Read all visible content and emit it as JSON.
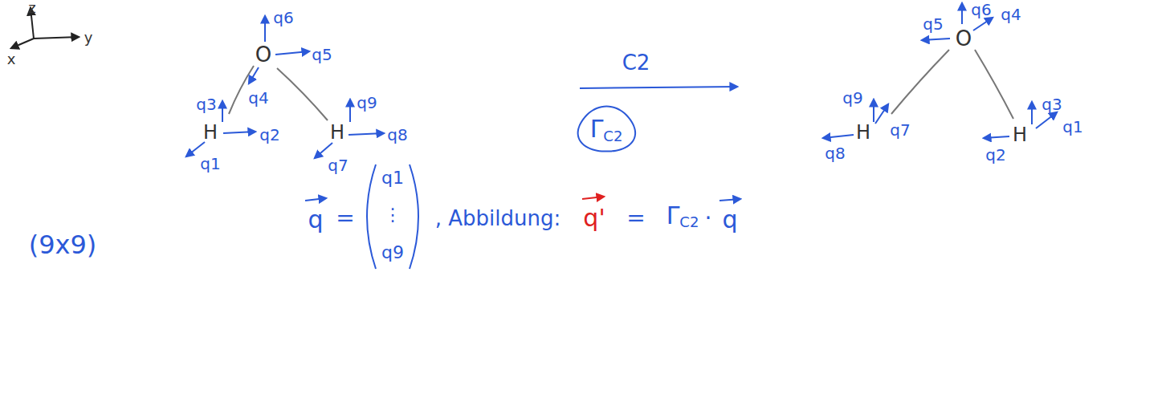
{
  "diagram": {
    "nodes": [
      {
        "text": [
          "ΓC2"
        ]
      }
    ],
    "labels": [
      "z",
      "y",
      "x",
      "O",
      "H",
      "H",
      "q6",
      "q5",
      "q4",
      "q3",
      "q2",
      "q1",
      "q9",
      "q8",
      "q7",
      "C2",
      "O",
      "H",
      "H",
      "q6",
      "q4",
      "q5",
      "q9",
      "q7",
      "q8",
      "q3",
      "q1",
      "q2",
      "(9x9)",
      "q",
      "=",
      "q1",
      "⋮",
      "q9",
      ", Abbildung:",
      "q'",
      "=",
      "ΓC2",
      "·",
      "q"
    ]
  }
}
